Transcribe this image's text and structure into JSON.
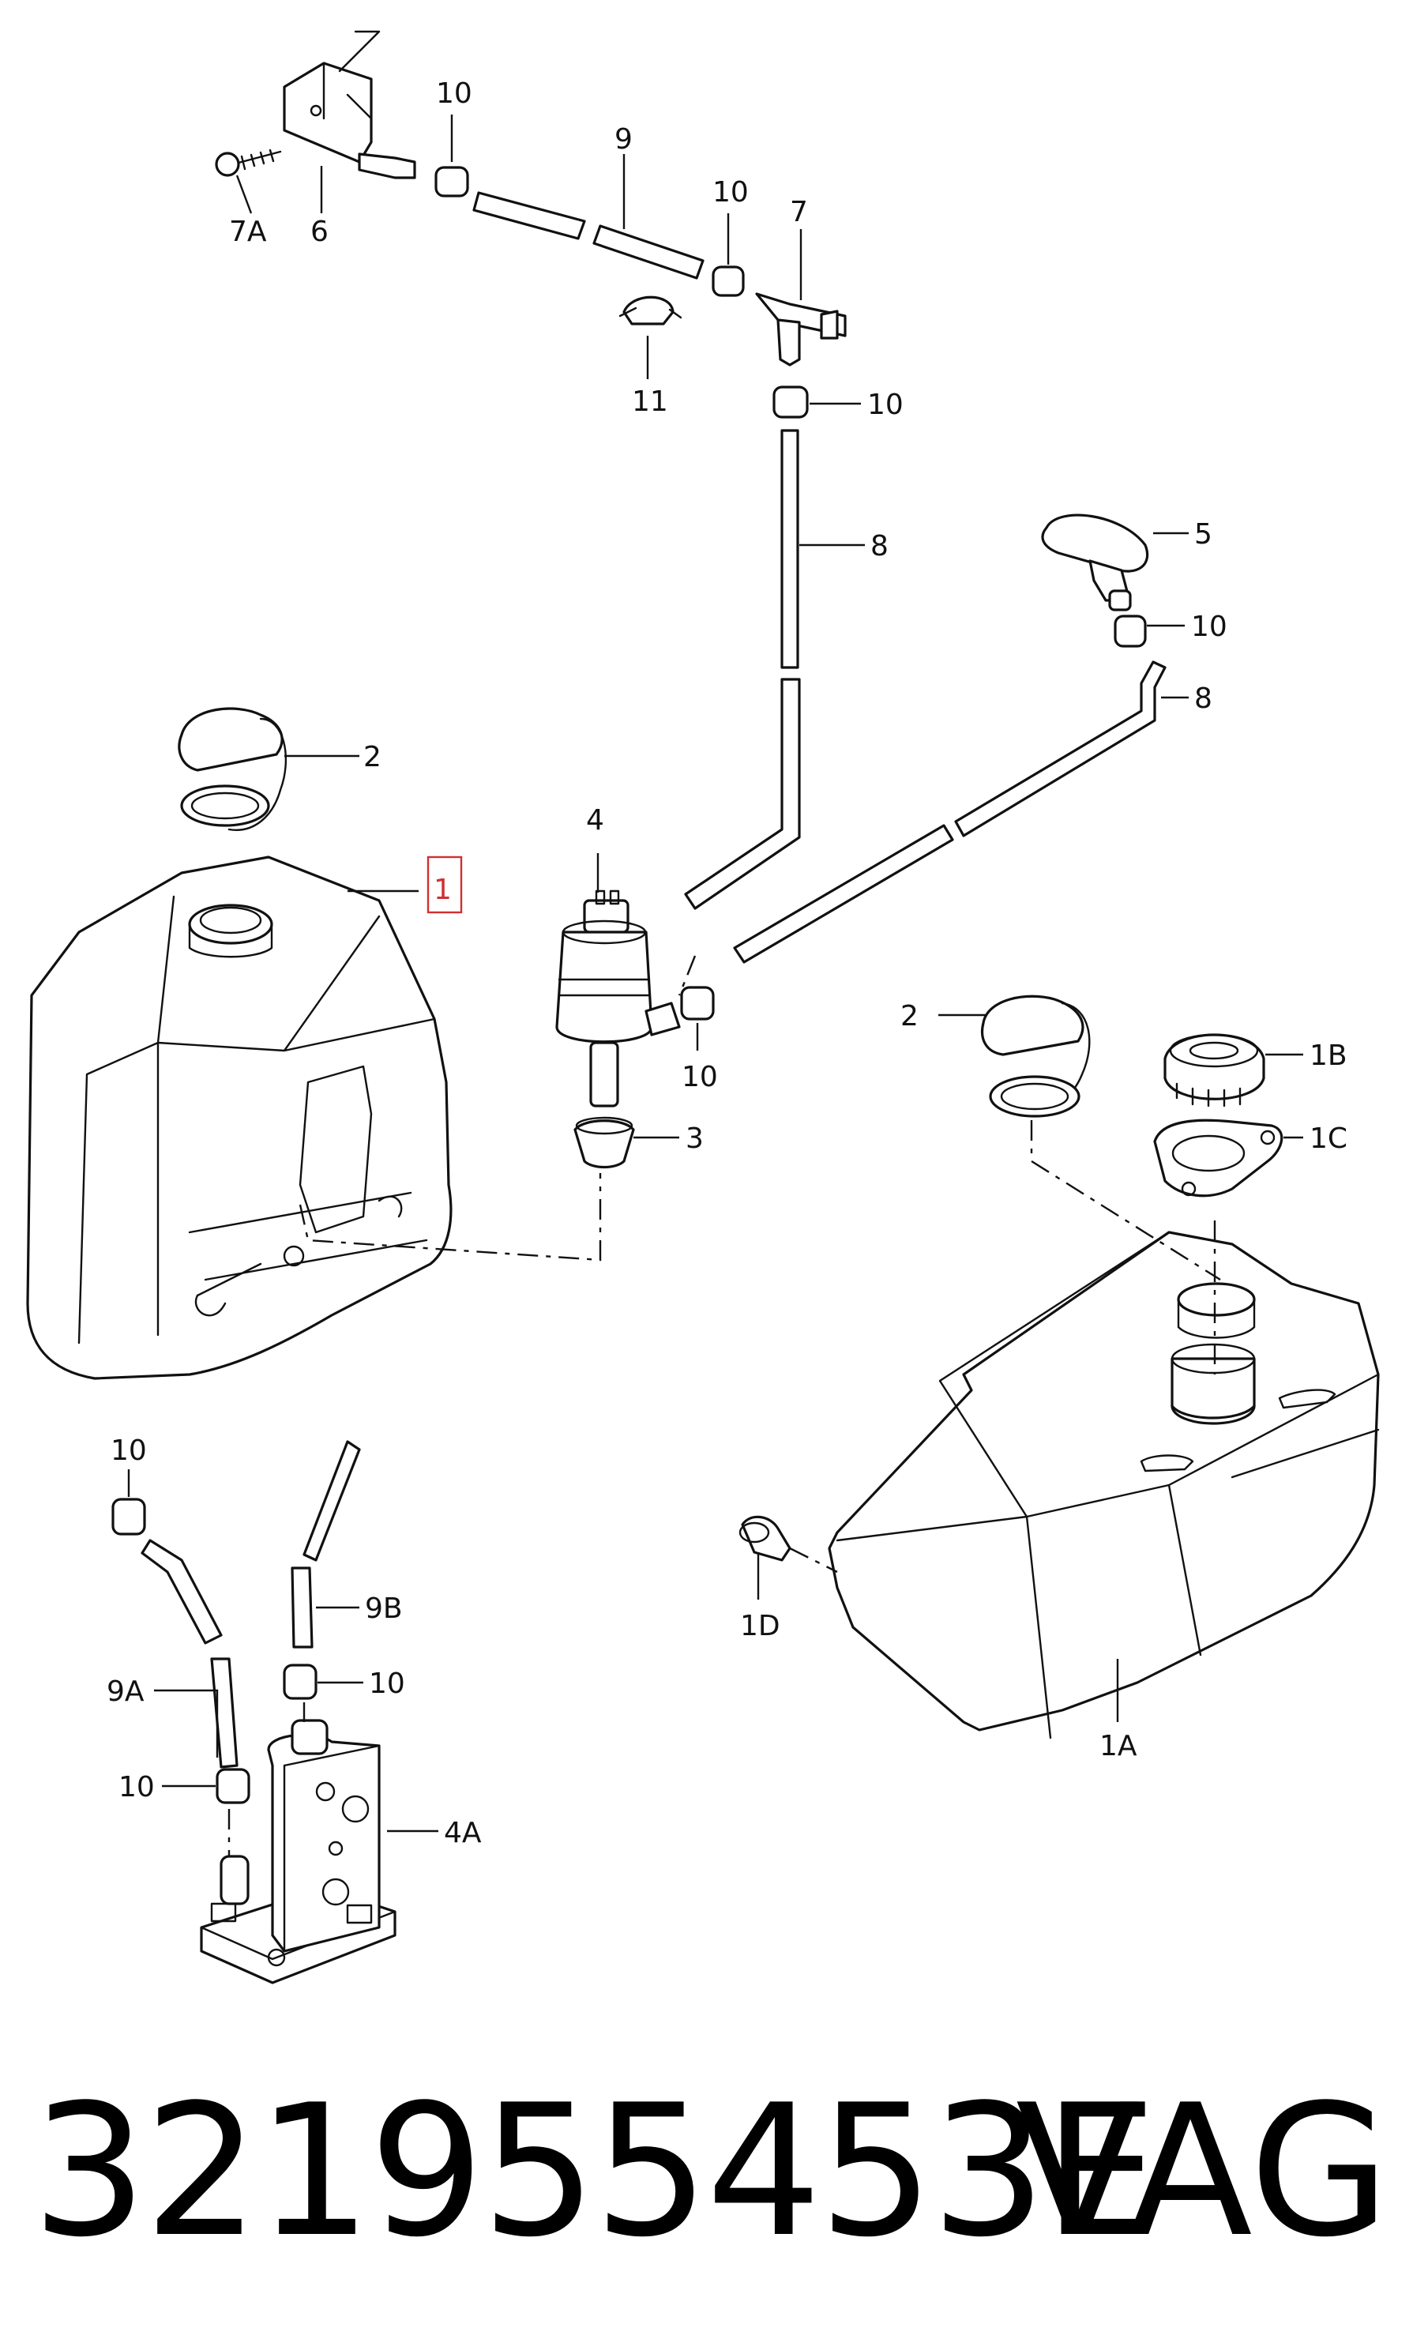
{
  "labels": {
    "l1": "1",
    "l1A": "1A",
    "l1B": "1B",
    "l1C": "1C",
    "l1D": "1D",
    "l2a": "2",
    "l2b": "2",
    "l3": "3",
    "l4": "4",
    "l4A": "4A",
    "l5": "5",
    "l6": "6",
    "l7": "7",
    "l7A": "7A",
    "l8a": "8",
    "l8b": "8",
    "l9": "9",
    "l9A": "9A",
    "l9B": "9B",
    "l10a": "10",
    "l10b": "10",
    "l10c": "10",
    "l10d": "10",
    "l10e": "10",
    "l10f": "10",
    "l10g": "10",
    "l10h": "10",
    "l11": "11"
  },
  "highlight_color": "#d03030",
  "footer": {
    "part_number": "321955453E",
    "brand": "VAG"
  }
}
